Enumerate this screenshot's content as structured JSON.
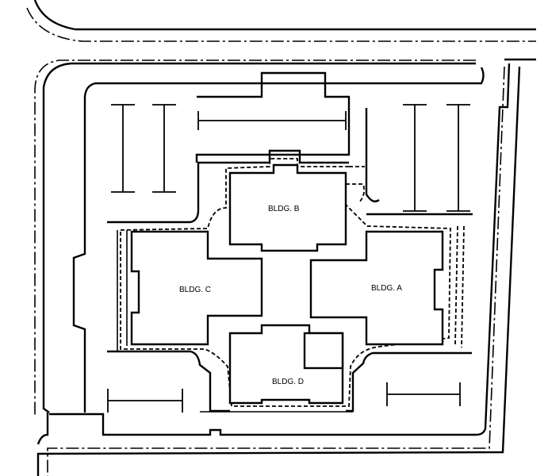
{
  "buildings": {
    "a": {
      "label": "BLDG. A"
    },
    "b": {
      "label": "BLDG. B"
    },
    "c": {
      "label": "BLDG. C"
    },
    "d": {
      "label": "BLDG. D"
    }
  }
}
